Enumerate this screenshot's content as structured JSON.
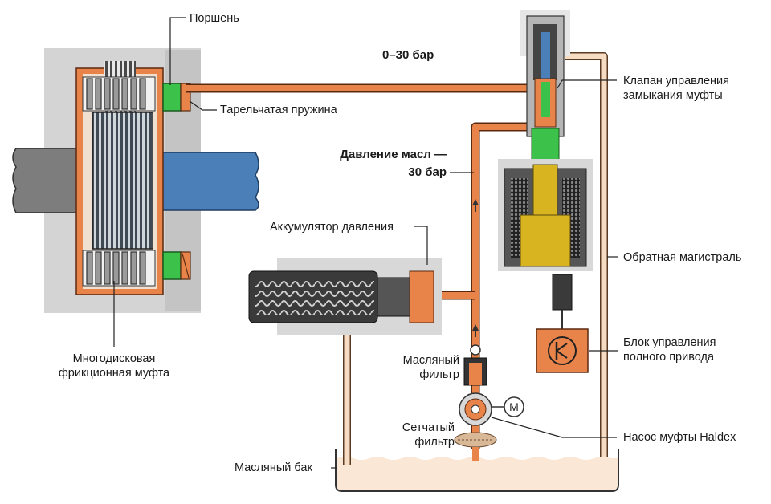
{
  "labels": {
    "piston": "Поршень",
    "disc_spring": "Тарельчатая пружина",
    "pressure_range": "0–30 бар",
    "oil_pressure_line1": "Давление масл —",
    "oil_pressure_line2": "30 бар",
    "valve_line1": "Клапан управления",
    "valve_line2": "замыкания муфты",
    "accumulator": "Аккумулятор давления",
    "return_line": "Обратная магистраль",
    "control_unit_line1": "Блок управления",
    "control_unit_line2": "полного привода",
    "oil_filter_line1": "Масляный",
    "oil_filter_line2": "фильтр",
    "strainer_line1": "Сетчатый",
    "strainer_line2": "фильтр",
    "pump": "Насос муфты Haldex",
    "clutch_line1": "Многодисковая",
    "clutch_line2": "фрикционная муфта",
    "oil_tank": "Масляный бак",
    "motor_symbol": "M"
  },
  "colors": {
    "oil_line": "#e8844a",
    "oil_line_dark": "#b85a28",
    "return_line": "#f7dcc4",
    "housing_gray": "#cfcfcf",
    "shaft_blue": "#4a7fb8",
    "shaft_gray": "#7a7a7a",
    "piston_green": "#3cc24a",
    "solenoid_yellow": "#d8b420",
    "control_unit_orange": "#e8844a",
    "tank_fill": "#fbe7d6"
  }
}
